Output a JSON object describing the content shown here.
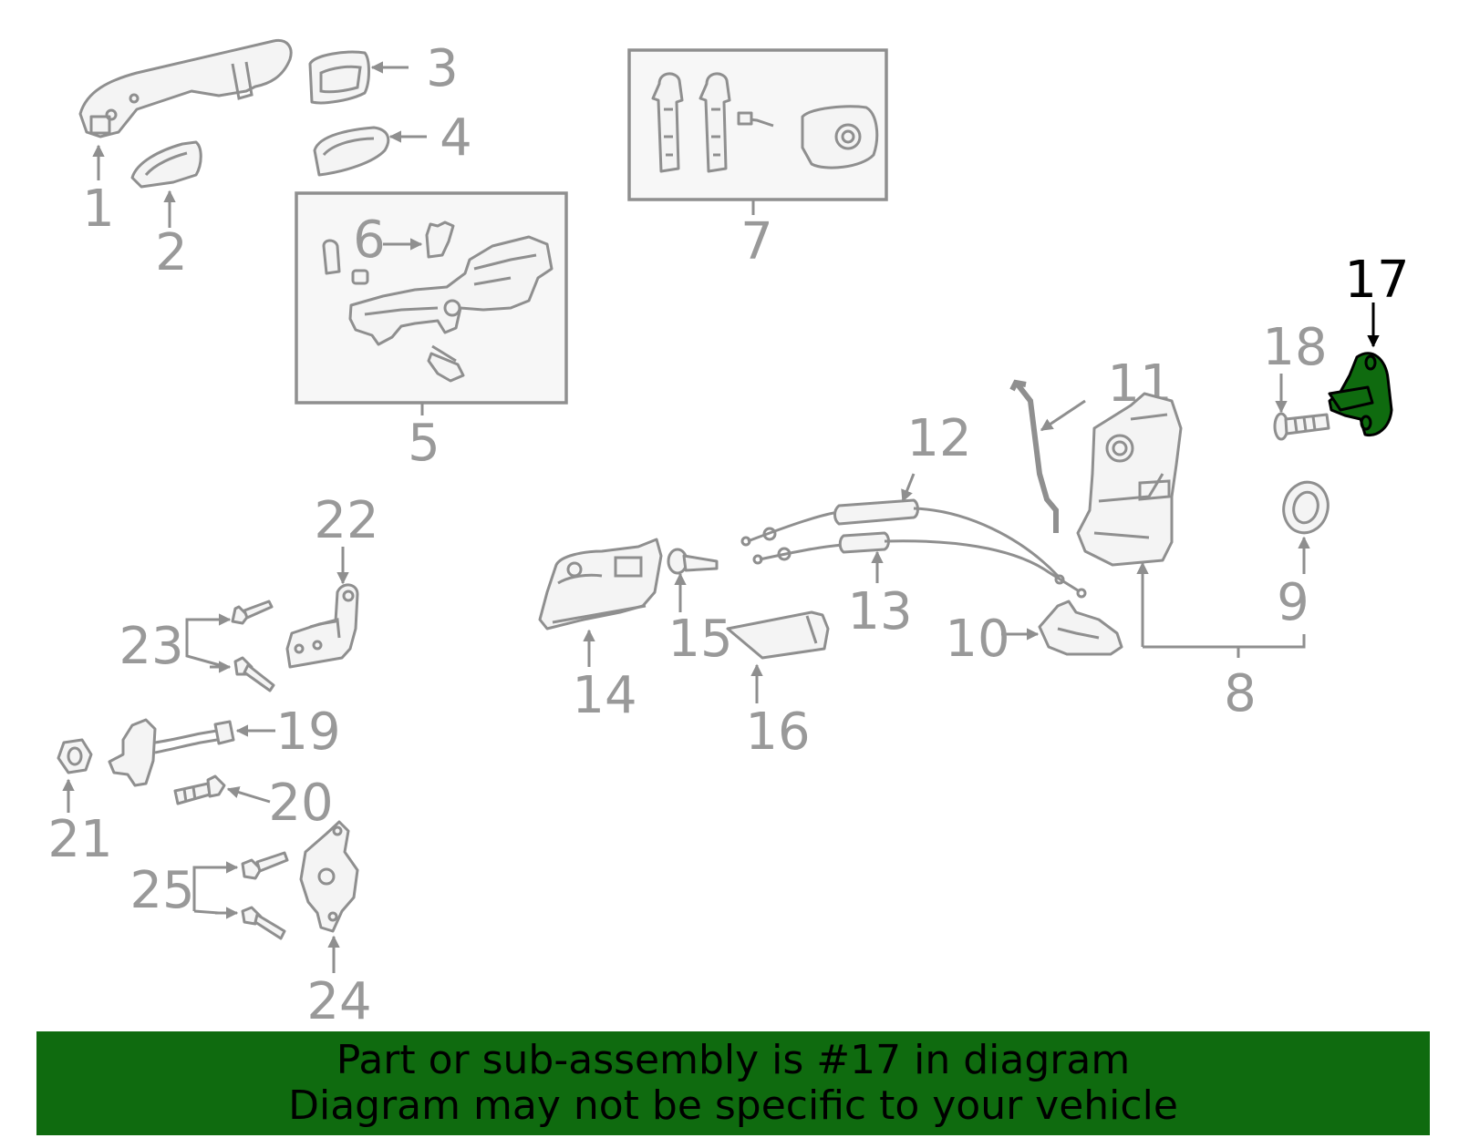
{
  "colors": {
    "line_gray": "#8f8f8f",
    "label_gray": "#999999",
    "highlight_fill": "#0f6b0f",
    "banner_bg": "#0f6b0f",
    "banner_text": "#000000"
  },
  "diagram": {
    "highlighted_callout": "17",
    "callouts": {
      "c1": "1",
      "c2": "2",
      "c3": "3",
      "c4": "4",
      "c5": "5",
      "c6": "6",
      "c7": "7",
      "c8": "8",
      "c9": "9",
      "c10": "10",
      "c11": "11",
      "c12": "12",
      "c13": "13",
      "c14": "14",
      "c15": "15",
      "c16": "16",
      "c17": "17",
      "c18": "18",
      "c19": "19",
      "c20": "20",
      "c21": "21",
      "c22": "22",
      "c23": "23",
      "c24": "24",
      "c25": "25"
    }
  },
  "banner": {
    "line1": "Part or sub-assembly is #17 in diagram",
    "line2": "Diagram may not be specific to your vehicle"
  }
}
